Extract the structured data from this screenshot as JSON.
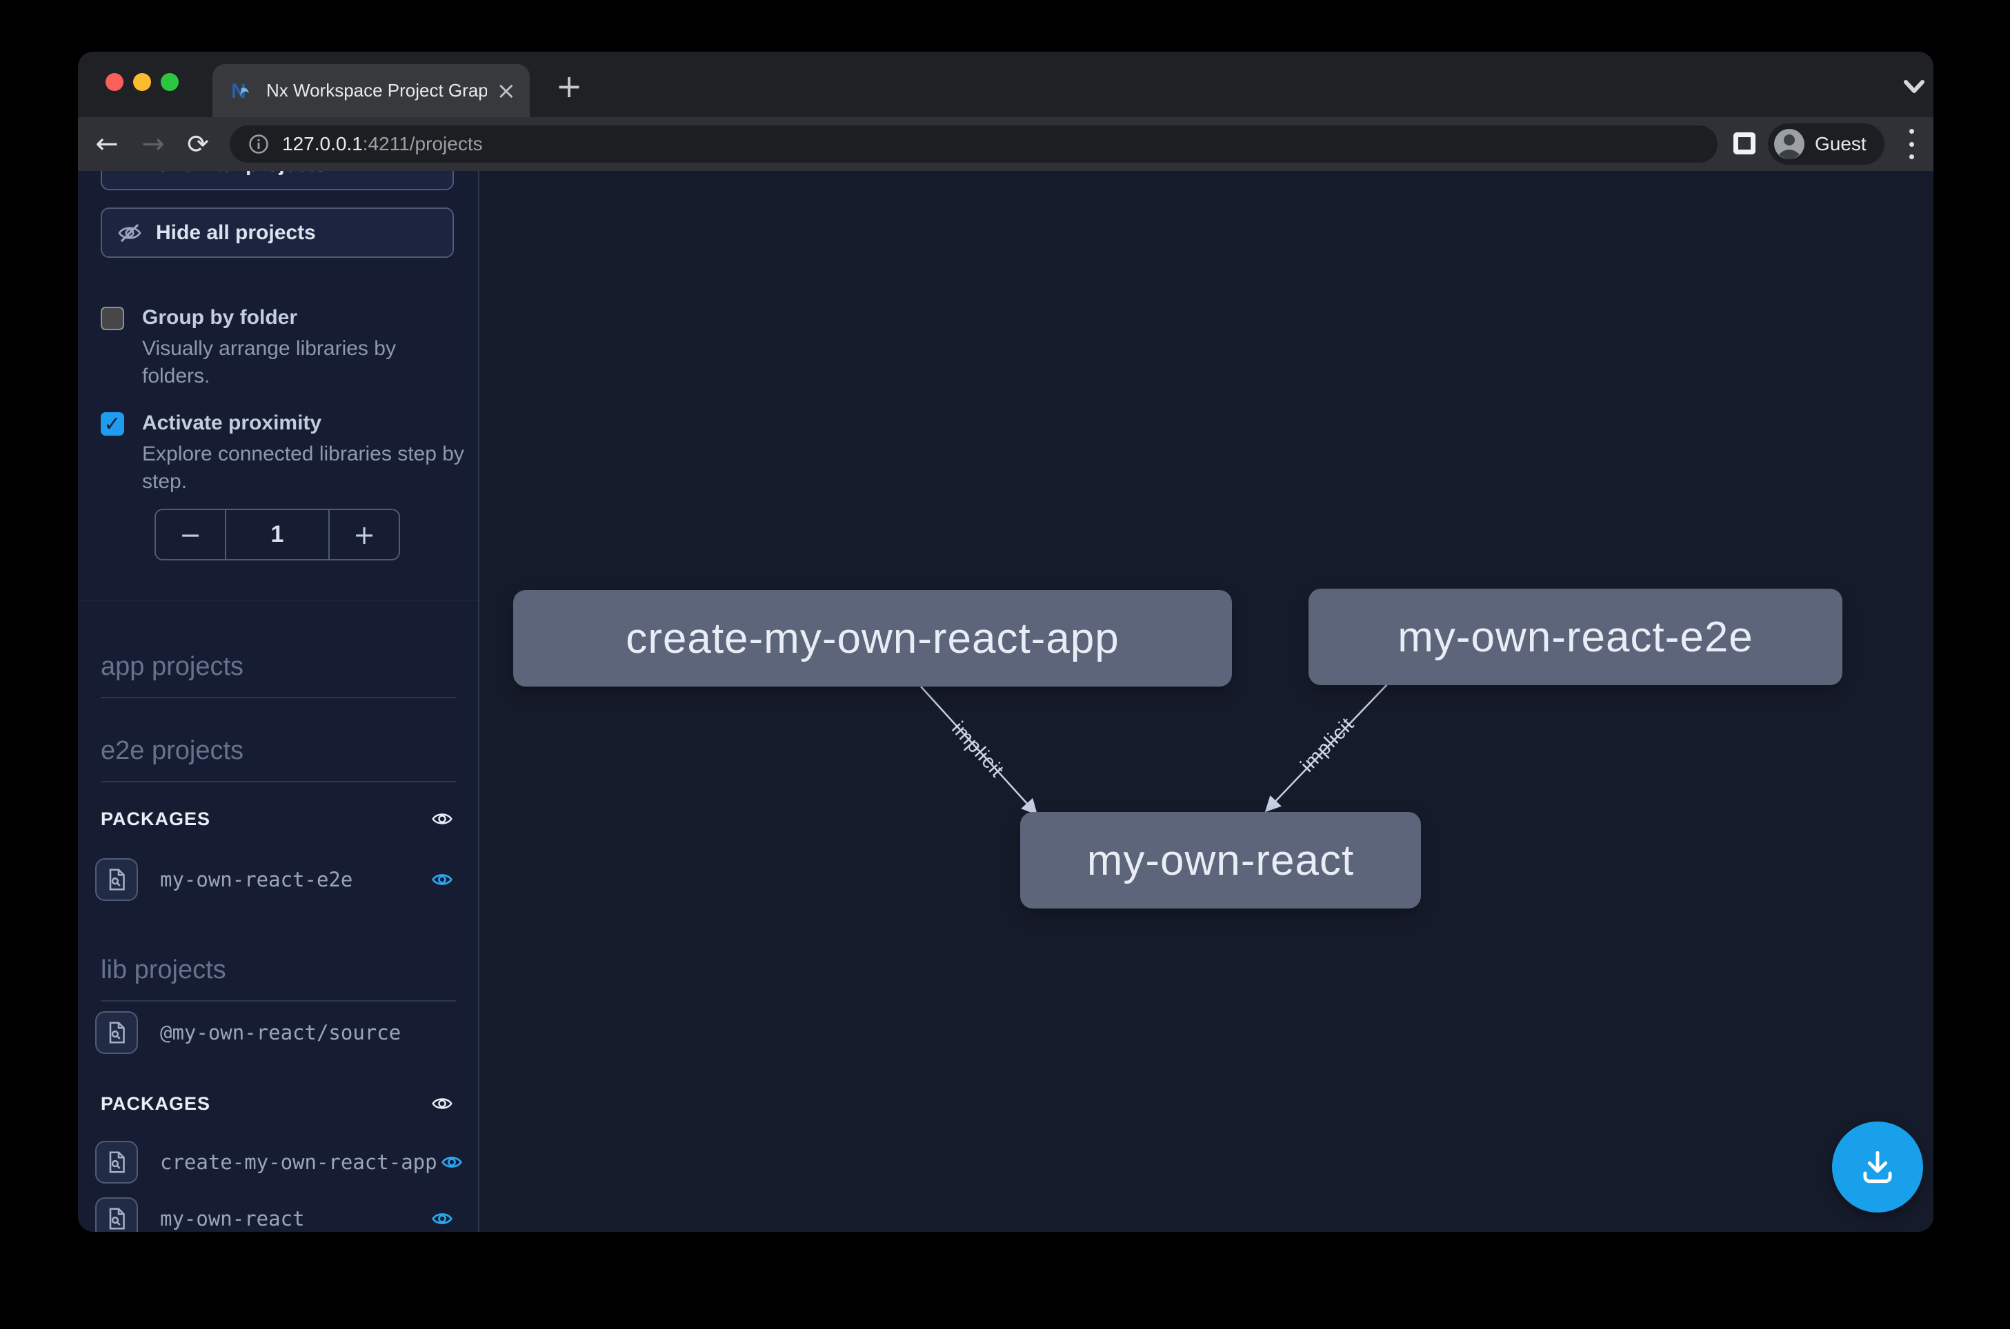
{
  "browser": {
    "tab_title": "Nx Workspace Project Graph",
    "close_tab": "×",
    "new_tab": "+",
    "url_host": "127.0.0.1",
    "url_path": ":4211/projects",
    "profile": "Guest"
  },
  "sidebar": {
    "show_all": "Show all projects",
    "hide_all": "Hide all projects",
    "group_by_folder": {
      "label": "Group by folder",
      "desc_line1": "Visually arrange libraries by",
      "desc_line2": "folders.",
      "checked": false
    },
    "proximity": {
      "label": "Activate proximity",
      "desc_line1": "Explore connected libraries step by",
      "desc_line2": "step.",
      "checked": true,
      "check_glyph": "✓"
    },
    "stepper": {
      "minus": "−",
      "value": "1",
      "plus": "+"
    },
    "headings": {
      "app": "app projects",
      "e2e": "e2e projects",
      "lib": "lib projects"
    },
    "packages_heading": "PACKAGES",
    "e2e_package_items": [
      {
        "name": "my-own-react-e2e"
      }
    ],
    "lib_items": [
      {
        "name": "@my-own-react/source"
      }
    ],
    "lib_package_items": [
      {
        "name": "create-my-own-react-app"
      },
      {
        "name": "my-own-react"
      }
    ]
  },
  "graph": {
    "nodes": [
      {
        "label": "create-my-own-react-app"
      },
      {
        "label": "my-own-react-e2e"
      },
      {
        "label": "my-own-react"
      }
    ],
    "edges": [
      {
        "source": "create-my-own-react-app",
        "target": "my-own-react",
        "label": "implicit"
      },
      {
        "source": "my-own-react-e2e",
        "target": "my-own-react",
        "label": "implicit"
      }
    ]
  },
  "colors": {
    "accent_checkbox_blue": "#1f9cf0",
    "fab_blue": "#18a1ea",
    "node_bg": "#5c6579",
    "eye_blue": "#2ba7f0",
    "canvas_bg": "#161b2b",
    "sidebar_bg": "#161d32"
  }
}
